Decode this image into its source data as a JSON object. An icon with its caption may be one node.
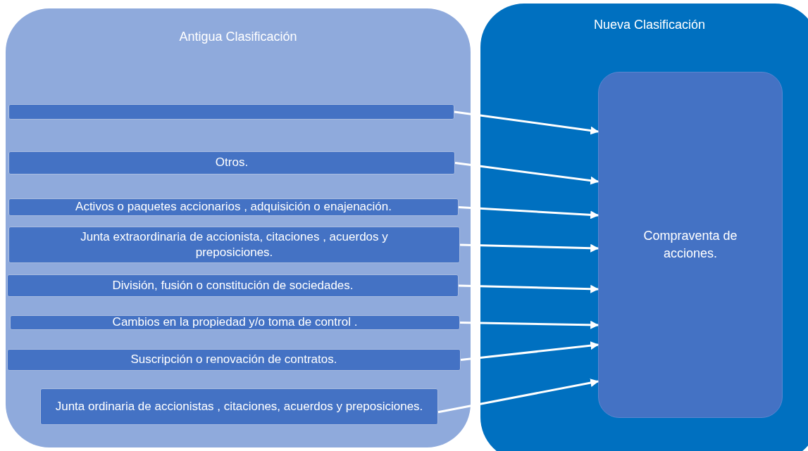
{
  "diagram": {
    "nodes": [
      {
        "text": [
          "Antigua Clasificación"
        ]
      },
      {
        "text": [],
        "shape": "box",
        "in": 0
      },
      {
        "text": [
          "Otros."
        ],
        "in": 0
      },
      {
        "text": [
          "Activos o paquetes accionarios , adquisición o enajenación."
        ],
        "in": 0
      },
      {
        "text": [
          "Junta extraordinaria de accionista, citaciones , acuerdos y preposiciones."
        ],
        "in": 0
      },
      {
        "text": [
          "División, fusión o constitución de sociedades."
        ],
        "in": 0
      },
      {
        "text": [
          "Cambios en la propiedad y/o toma de control ."
        ],
        "in": 0
      },
      {
        "text": [
          "Suscripción o renovación de contratos."
        ],
        "in": 0
      },
      {
        "text": [
          "Junta ordinaria de accionistas , citaciones, acuerdos  y preposiciones."
        ],
        "in": 0
      },
      {
        "text": [
          "Nueva Clasificación"
        ]
      },
      {
        "text": [
          "Compraventa de acciones."
        ],
        "in": 9
      }
    ],
    "edges": [
      {
        "from": 1,
        "to": 10,
        "arrow": "to"
      },
      {
        "from": 2,
        "to": 10,
        "arrow": "to"
      },
      {
        "from": 3,
        "to": 10,
        "arrow": "to"
      },
      {
        "from": 4,
        "to": 10,
        "arrow": "to"
      },
      {
        "from": 5,
        "to": 10,
        "arrow": "to"
      },
      {
        "from": 6,
        "to": 10,
        "arrow": "to"
      },
      {
        "from": 7,
        "to": 10,
        "arrow": "to"
      },
      {
        "from": 8,
        "to": 10,
        "arrow": "to"
      }
    ]
  }
}
